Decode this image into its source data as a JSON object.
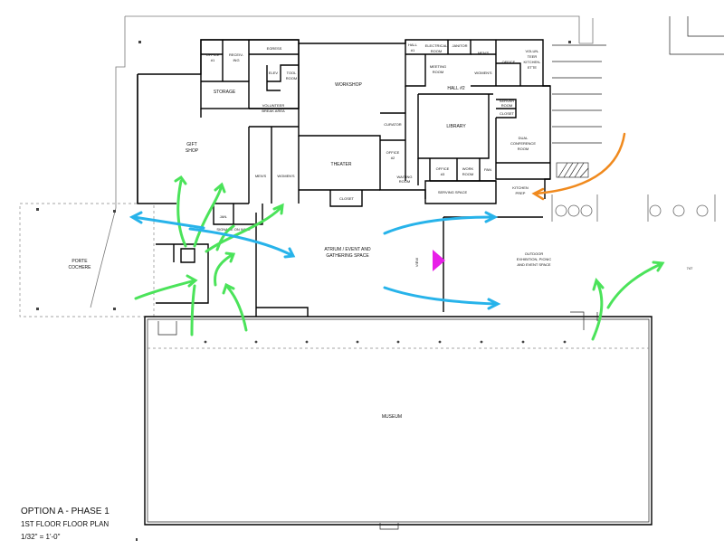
{
  "title": {
    "line1": "OPTION A - PHASE 1",
    "line2": "1ST FLOOR FLOOR PLAN",
    "line3": "1/32\" = 1'-0\""
  },
  "rooms": {
    "office1a": "OFFICE",
    "office1b": "#1",
    "receiving_a": "RECEIV-",
    "receiving_b": "ING",
    "egress": "EGRESS",
    "elev": "ELEV",
    "tool_a": "TOOL",
    "tool_b": "ROOM",
    "storage": "STORAGE",
    "workshop": "WORKSHOP",
    "hall1a": "HALL",
    "hall1b": "#1",
    "electrical_a": "ELECTRICAL",
    "electrical_b": "ROOM",
    "janitor": "JANITOR",
    "mens_top": "MEN'S",
    "womens_top": "WOMEN'S",
    "office_r": "OFFICE",
    "volunteer_k_a": "VOLUN-",
    "volunteer_k_b": "TEER",
    "volunteer_k_c": "KITCHEN-",
    "volunteer_k_d": "ETTE",
    "meeting_a": "MEETING",
    "meeting_b": "ROOM",
    "hall2": "HALL #2",
    "volunteer_break_a": "VOLUNTEER",
    "volunteer_break_b": "BREAK AREA",
    "gift_a": "GIFT",
    "gift_b": "SHOP",
    "curator": "CURATOR",
    "library": "LIBRARY",
    "server_a": "SERVER",
    "server_b": "ROOM",
    "closet_r": "CLOSET",
    "dual_a": "DUAL",
    "dual_b": "CONFERENCE",
    "dual_c": "ROOM",
    "theater": "THEATER",
    "office2a": "OFFICE",
    "office2b": "#2",
    "mens": "MEN'S",
    "womens": "WOMEN'S",
    "waiting_a": "WAITING",
    "waiting_b": "ROOM",
    "office3a": "OFFICE",
    "office3b": "#3",
    "work_a": "WORK",
    "work_b": "ROOM",
    "pan": "PAN",
    "kitchen_a": "KITCHEN",
    "kitchen_b": "PREP",
    "closet": "CLOSET",
    "serving": "SERVING SPACE",
    "jan": "JAN.",
    "signage": "SIGNAGE ON WALL",
    "atrium_a": "ATRIUM / EVENT AND",
    "atrium_b": "GATHERING SPACE",
    "outdoor_a": "OUTDOOR",
    "outdoor_b": "EXHIBITION, PICNIC",
    "outdoor_c": "AND EVENT SPACE",
    "porte_a": "PORTE",
    "porte_b": "COCHERE",
    "museum": "MUSEUM",
    "view": "VIEW",
    "num747": "747"
  },
  "colors": {
    "green": "#4be35a",
    "blue": "#27b3ea",
    "orange": "#f08a1e",
    "magenta": "#e81ee8"
  }
}
